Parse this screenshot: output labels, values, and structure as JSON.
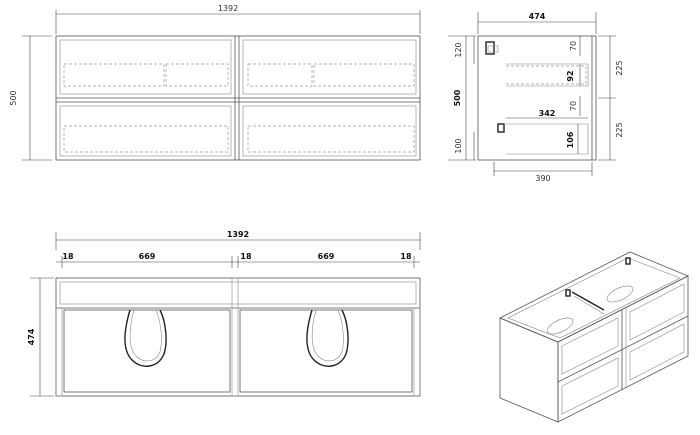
{
  "front_view": {
    "width_label": "1392",
    "height_label": "500"
  },
  "side_view": {
    "width_top_label": "474",
    "height_label": "500",
    "top_gap_label": "120",
    "bottom_gap_label": "100",
    "drawer_inner_top_label": "70",
    "drawer_inner_height_label": "92",
    "drawer_inner_mid_label": "70",
    "drawer_inner_lower_height_label": "106",
    "drawer_depth_label": "342",
    "depth_bottom_label": "390",
    "drawer_height_upper_label": "225",
    "drawer_height_lower_label": "225"
  },
  "plan_view": {
    "total_width_label": "1392",
    "left_edge_label": "18",
    "left_basin_label": "669",
    "center_left_label": "18",
    "right_basin_label": "669",
    "right_edge_label": "18",
    "depth_label": "474"
  }
}
